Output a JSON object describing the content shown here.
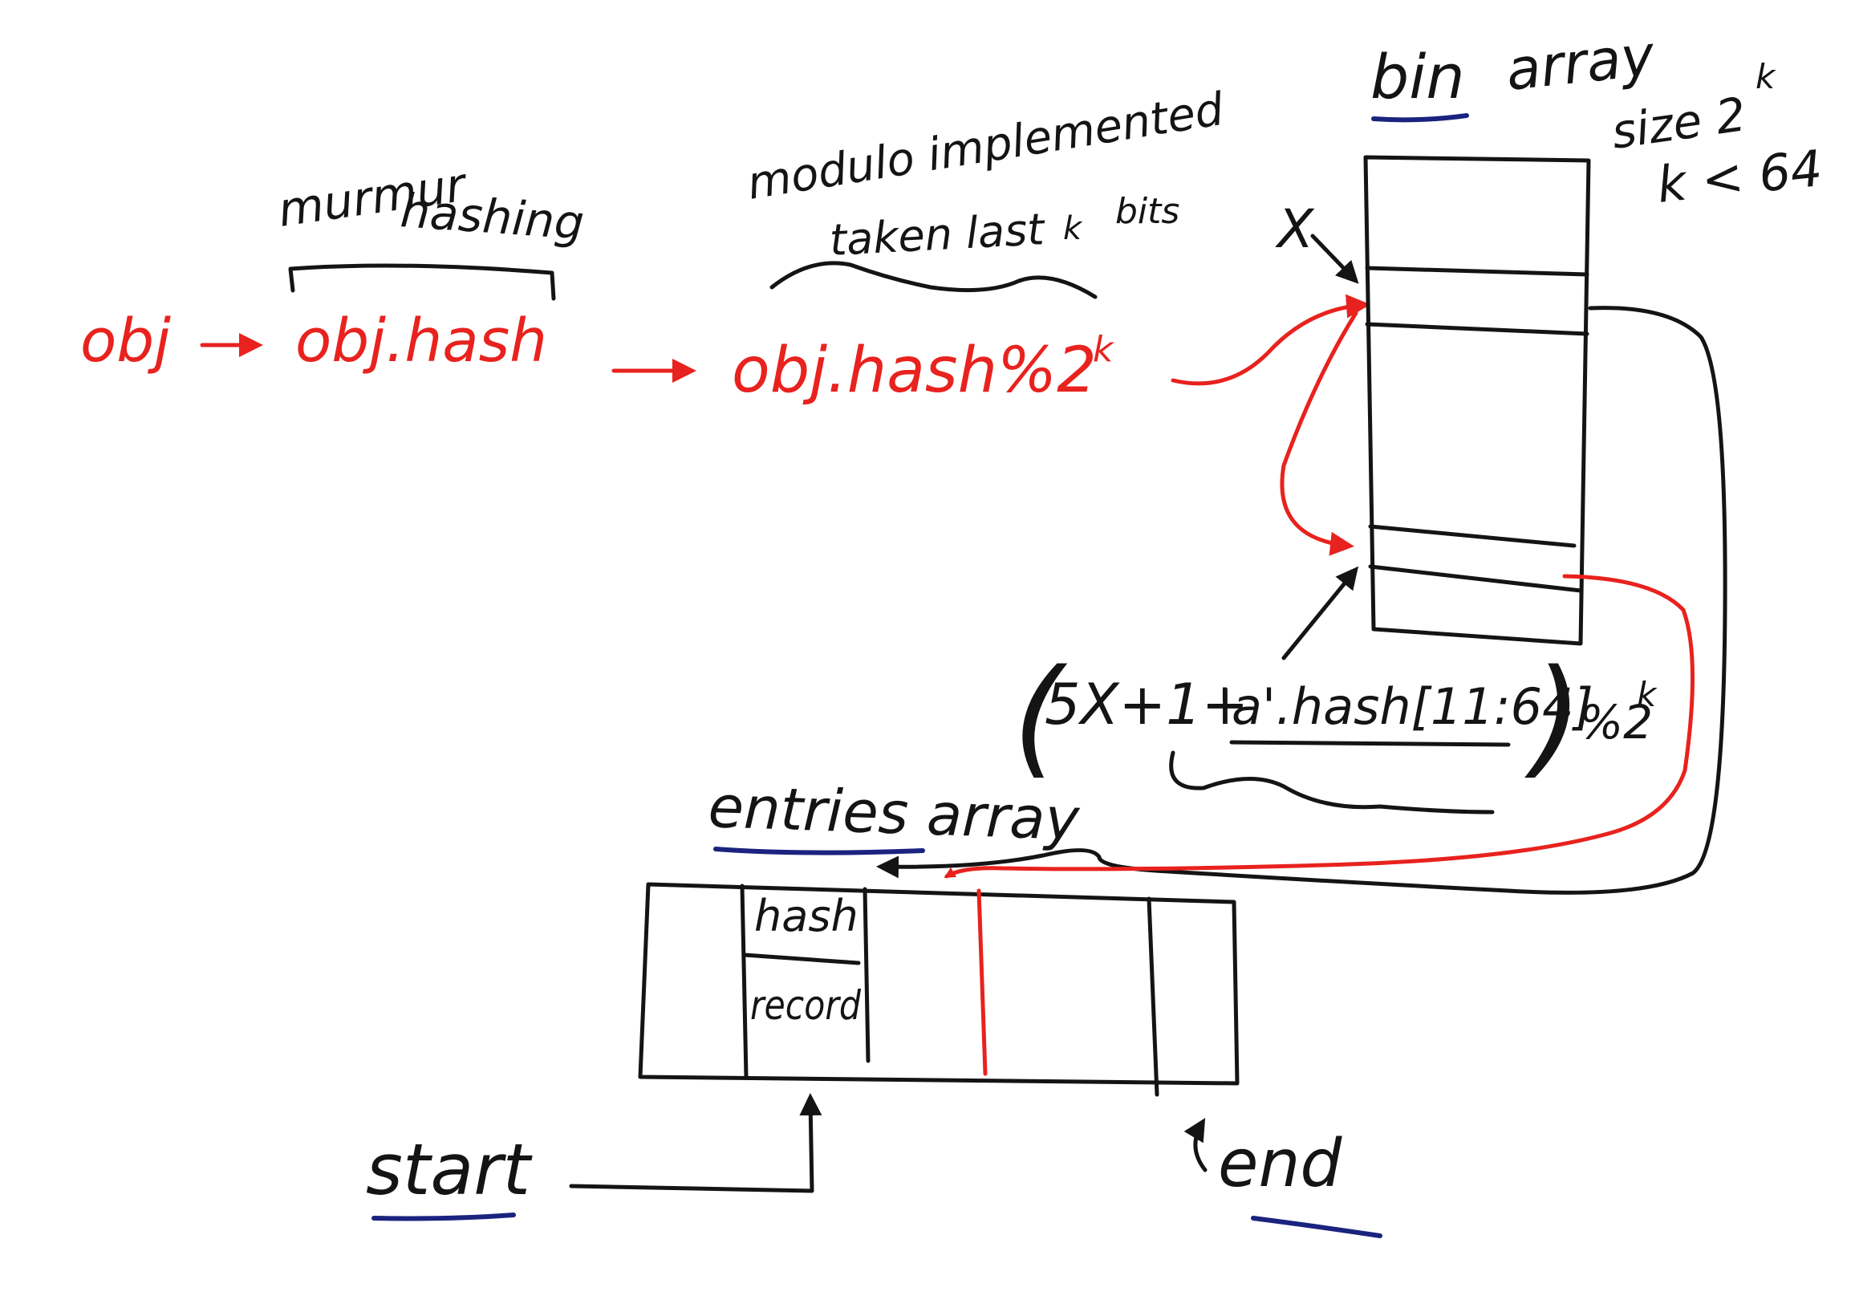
{
  "colors": {
    "ink": "#141414",
    "red": "#e8221e",
    "underline_blue": "#1a237e",
    "background": "#ffffff"
  },
  "pipeline": {
    "obj": "obj",
    "obj_hash": "obj.hash",
    "obj_hash_mod": "obj.hash%2",
    "obj_hash_mod_exp": "k",
    "murmur_line1": "murmur",
    "murmur_line2": "hashing",
    "modulo_line1": "modulo implemented",
    "modulo_line2": "taken last",
    "modulo_line2_k": "k",
    "modulo_line2_bits": "bits"
  },
  "bin_array": {
    "title_word1": "bin",
    "title_word2": "array",
    "size_label": "size 2",
    "size_exp": "k",
    "k_constraint": "k < 64",
    "x_label": "X"
  },
  "probe": {
    "open": "(",
    "formula_prefix": "5X+1+",
    "formula_term": "'a'.hash[11:64]",
    "close": ")",
    "mod": "%2",
    "mod_exp": "k"
  },
  "entries_array": {
    "title": "entries array",
    "hash_label": "hash",
    "record_label": "record"
  },
  "pointers": {
    "start": "start",
    "end": "end"
  }
}
